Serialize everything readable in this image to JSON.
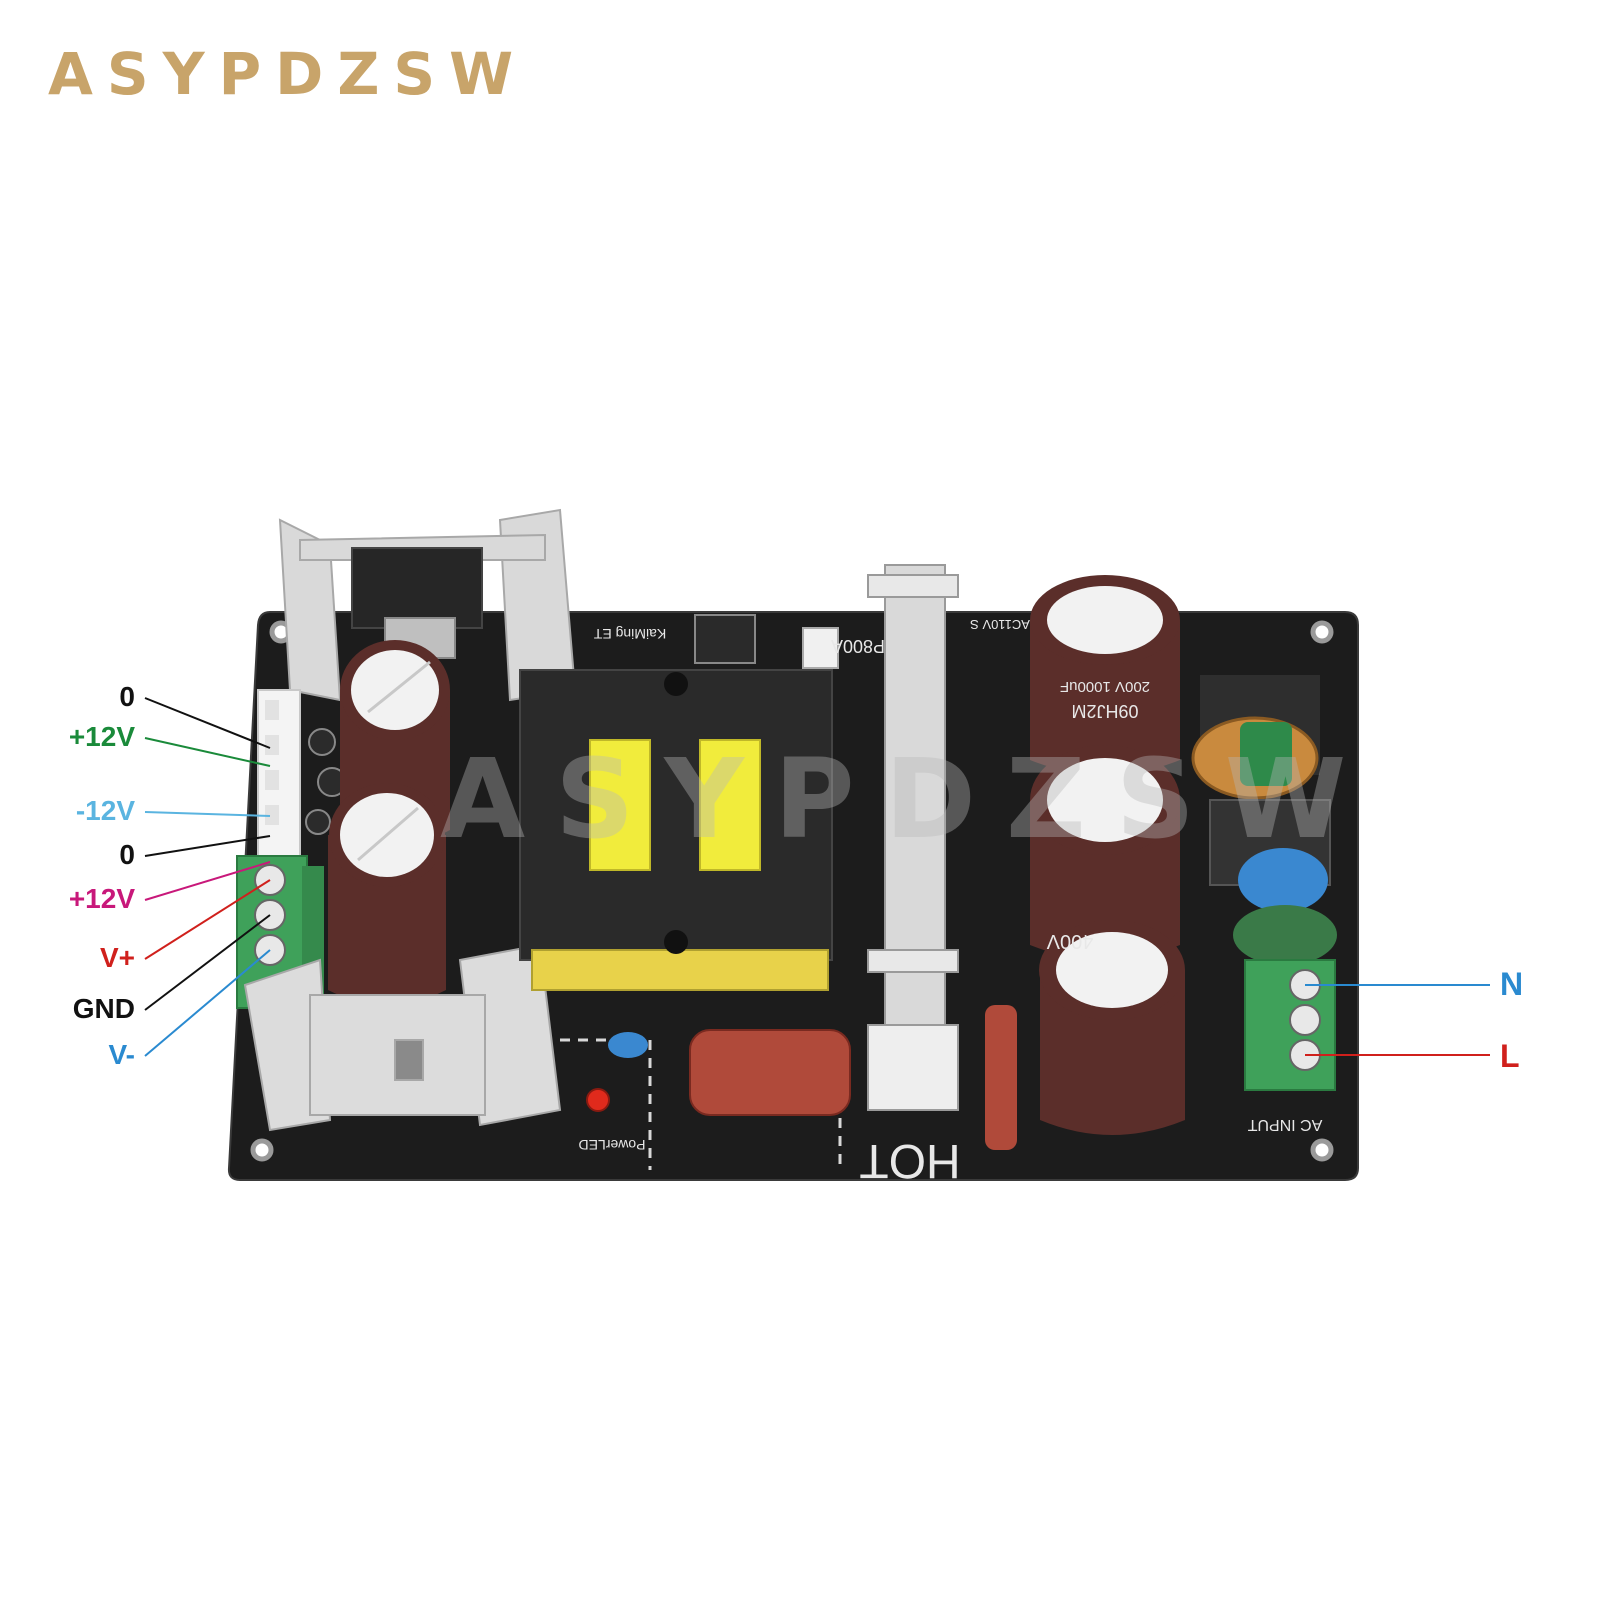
{
  "brand": {
    "text": "ASYPDZSW",
    "color": "#c8a46a"
  },
  "watermark": {
    "text": "ASYPDZSW",
    "color": "#b8b8b8"
  },
  "board": {
    "silkscreen": {
      "hot": "HOT",
      "ac_input": "AC INPUT",
      "power_led": "PowerLED",
      "maker": "KaiMing ET",
      "model": "P800A",
      "ac110v": "AC110V S",
      "cap_large": "200V 1000uF",
      "cap_series": "09HJ2M",
      "cap_small": "400V"
    },
    "colors": {
      "pcb": "#1c1c1c",
      "terminal": "#3fa15a",
      "transformer_tape": "#f1ec3c",
      "capacitor": "#5b2e2a",
      "x_cap": "#b04a3a",
      "heatsink": "#d9d9d9"
    }
  },
  "labels": {
    "left": [
      {
        "text": "0",
        "color": "#111111"
      },
      {
        "text": "+12V",
        "color": "#1a8a3a"
      },
      {
        "text": "-12V",
        "color": "#5ab4e0"
      },
      {
        "text": "0",
        "color": "#111111"
      },
      {
        "text": "+12V",
        "color": "#c8187a"
      },
      {
        "text": "V+",
        "color": "#d0201c"
      },
      {
        "text": "GND",
        "color": "#111111"
      },
      {
        "text": "V-",
        "color": "#2a8ad0"
      }
    ],
    "right": [
      {
        "text": "N",
        "color": "#2a8ad0"
      },
      {
        "text": "L",
        "color": "#d0201c"
      }
    ]
  }
}
